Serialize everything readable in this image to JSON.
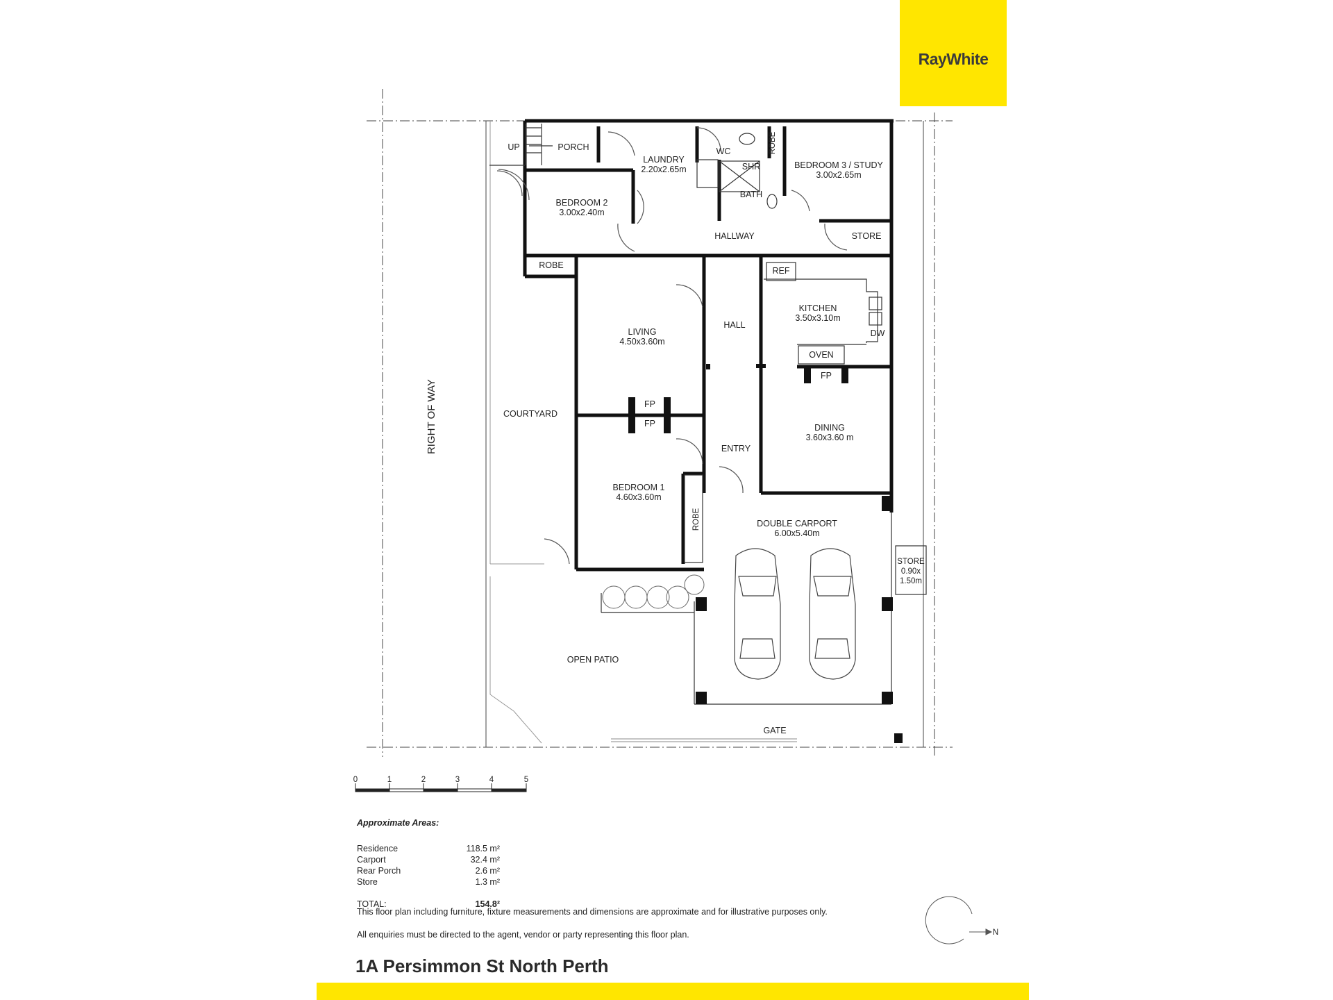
{
  "brand": {
    "logo_text": "RayWhite",
    "color": "#ffe600"
  },
  "rooms": {
    "up": "UP",
    "porch": "PORCH",
    "laundry": "LAUNDRY",
    "laundry_dim": "2.20x2.65m",
    "wc": "WC",
    "robe_top": "ROBE",
    "shr": "SHR",
    "bath": "BATH",
    "bedroom3": "BEDROOM 3 / STUDY",
    "bedroom3_dim": "3.00x2.65m",
    "bedroom2": "BEDROOM 2",
    "bedroom2_dim": "3.00x2.40m",
    "hallway": "HALLWAY",
    "store_top": "STORE",
    "robe_b2": "ROBE",
    "ref": "REF",
    "kitchen": "KITCHEN",
    "kitchen_dim": "3.50x3.10m",
    "dw": "DW",
    "oven": "OVEN",
    "fp_kitchen": "FP",
    "living": "LIVING",
    "living_dim": "4.50x3.60m",
    "hall": "HALL",
    "fp_living": "FP",
    "fp_bed1": "FP",
    "courtyard": "COURTYARD",
    "right_of_way": "RIGHT OF WAY",
    "dining": "DINING",
    "dining_dim": "3.60x3.60  m",
    "entry": "ENTRY",
    "bedroom1": "BEDROOM 1",
    "bedroom1_dim": "4.60x3.60m",
    "robe_b1": "ROBE",
    "carport": "DOUBLE CARPORT",
    "carport_dim": "6.00x5.40m",
    "store_side": "STORE",
    "store_side_dim1": "0.90x",
    "store_side_dim2": "1.50m",
    "open_patio": "OPEN PATIO",
    "gate": "GATE"
  },
  "scale": {
    "ticks": [
      "0",
      "1",
      "2",
      "3",
      "4",
      "5"
    ]
  },
  "compass": {
    "label": "N"
  },
  "areas": {
    "title": "Approximate Areas:",
    "rows": [
      {
        "name": "Residence",
        "value": "118.5 m²"
      },
      {
        "name": "Carport",
        "value": "32.4 m²"
      },
      {
        "name": "Rear Porch",
        "value": "2.6 m²"
      },
      {
        "name": "Store",
        "value": "1.3 m²"
      }
    ],
    "total_label": "TOTAL:",
    "total_value": "154.8²"
  },
  "disclaimer1": "This floor plan including furniture, fixture measurements and dimensions are approximate and for illustrative purposes only.",
  "disclaimer2": "All enquiries must be directed to the agent, vendor or party representing this floor plan.",
  "address": "1A Persimmon St North Perth"
}
